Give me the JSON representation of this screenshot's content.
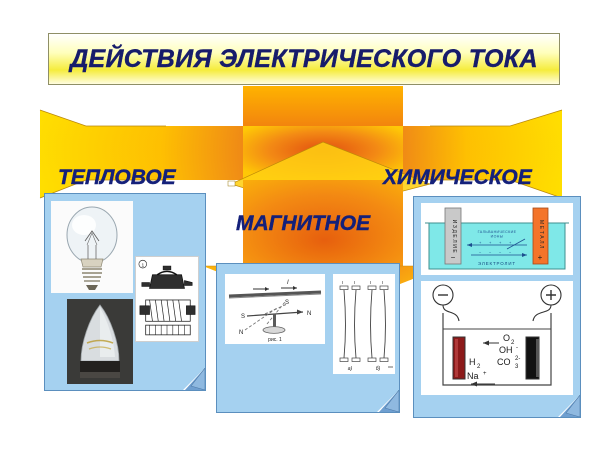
{
  "title": {
    "text": "ДЕЙСТВИЯ ЭЛЕКТРИЧЕСКОГО ТОКА",
    "color": "#171c6b",
    "banner_color": "#f5ec3c"
  },
  "labels": {
    "thermal": "ТЕПЛОВОЕ",
    "magnetic": "МАГНИТНОЕ",
    "chemical": "ХИМИЧЕСКОЕ",
    "color": "#14207a"
  },
  "arrows": {
    "color_start": "#ffdd00",
    "color_end": "#e8601c",
    "stem_label": "",
    "directions": [
      "left",
      "down",
      "right"
    ]
  },
  "panels": {
    "background": "#a5d1f0",
    "border": "#5b8fbe",
    "thermal": {
      "name": "Тепловое действие",
      "figures": [
        {
          "id": "bulb",
          "caption": "лампа накаливания"
        },
        {
          "id": "iron",
          "caption": "утюг"
        },
        {
          "id": "kettle",
          "caption": "электрочайник и нагревательный элемент"
        }
      ]
    },
    "magnetic": {
      "name": "Магнитное действие",
      "figures": [
        {
          "id": "oersted",
          "caption": "рис. 1",
          "marks": [
            "I",
            "S",
            "N",
            "N",
            "S"
          ]
        },
        {
          "id": "conductors",
          "caption": "",
          "marks": [
            "a)",
            "б)",
            "I",
            "I"
          ]
        }
      ]
    },
    "chemical": {
      "name": "Химическое действие",
      "figures": [
        {
          "id": "plating",
          "electrode_left": "ИЗДЕЛИЕ",
          "electrode_right": "МЕТАЛЛ",
          "solution": "ЭЛЕКТРОЛИТ",
          "note": "ГАЛЬВАНИЧЕСКИЕ ИОНЫ",
          "sign_left": "−",
          "sign_right": "+",
          "solution_color": "#7fe8e8"
        },
        {
          "id": "electrolysis",
          "terminal_left": "−",
          "terminal_right": "+",
          "cathode_color": "#8c1a1a",
          "anode_color": "#111111",
          "ions": [
            "H₂",
            "Na⁺",
            "O₂",
            "OH⁻",
            "CO₃²⁻"
          ]
        }
      ]
    }
  }
}
